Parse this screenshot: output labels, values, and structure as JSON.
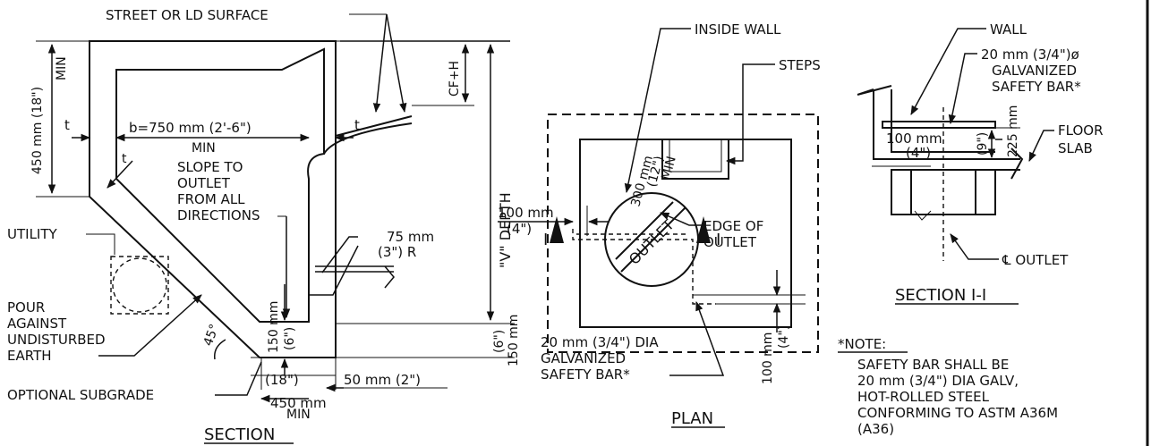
{
  "section": {
    "title": "SECTION",
    "street_label": "STREET OR LD SURFACE",
    "dim_18_top": "450 mm (18\")",
    "dim_18_min": "MIN",
    "t_left": "t",
    "t_right": "t",
    "t_diag": "t",
    "width_dim": "b=750 mm (2'-6\")",
    "width_min": "MIN",
    "slope_note": [
      "SLOPE TO",
      "OUTLET",
      "FROM ALL",
      "DIRECTIONS"
    ],
    "cf_h": "CF+H",
    "v_depth": "\"V\" DEPTH",
    "utility": "UTILITY",
    "radius": "75 mm",
    "radius2": "(3\") R",
    "pour": [
      "POUR",
      "AGAINST",
      "UNDISTURBED",
      "EARTH"
    ],
    "angle_label": "45°",
    "dim150_in": "150 mm",
    "dim150_in2": "(6\")",
    "dim150_out": "150 mm",
    "dim150_out2": "(6\")",
    "subgrade": "OPTIONAL SUBGRADE",
    "dim450_bot": "(18\")",
    "dim450_mm": "450 mm",
    "dim450_min": "MIN",
    "dim50": "50 mm (2\")"
  },
  "plan": {
    "title": "PLAN",
    "inside_wall": "INSIDE WALL",
    "steps": "STEPS",
    "dim300": "300 mm",
    "dim300b": "(12\")",
    "dim300min": "MIN",
    "edge": [
      "EDGE OF",
      "OUTLET"
    ],
    "dim100": "100 mm",
    "dim100b": "(4\")",
    "outlet": "OUTLET",
    "bar_note": [
      "20 mm (3/4\") DIA",
      "GALVANIZED",
      "SAFETY BAR*"
    ],
    "dim100v": "100 mm",
    "dim100v2": "(4\")",
    "cut_left": "I",
    "cut_right": "I"
  },
  "section11": {
    "title": "SECTION I-I",
    "wall": "WALL",
    "bar_note": [
      "20 mm (3/4\")ø",
      "GALVANIZED",
      "SAFETY BAR*"
    ],
    "floor": [
      "FLOOR",
      "SLAB"
    ],
    "dim100": "100 mm",
    "dim100b": "(4\")",
    "dim225": "225 mm",
    "dim225b": "(9\")",
    "cl_outlet": "℄ OUTLET"
  },
  "note": {
    "heading": "*NOTE:",
    "lines": [
      "SAFETY BAR SHALL BE",
      "20 mm (3/4\") DIA GALV,",
      "HOT-ROLLED STEEL",
      "CONFORMING TO ASTM A36M",
      "(A36)"
    ]
  }
}
